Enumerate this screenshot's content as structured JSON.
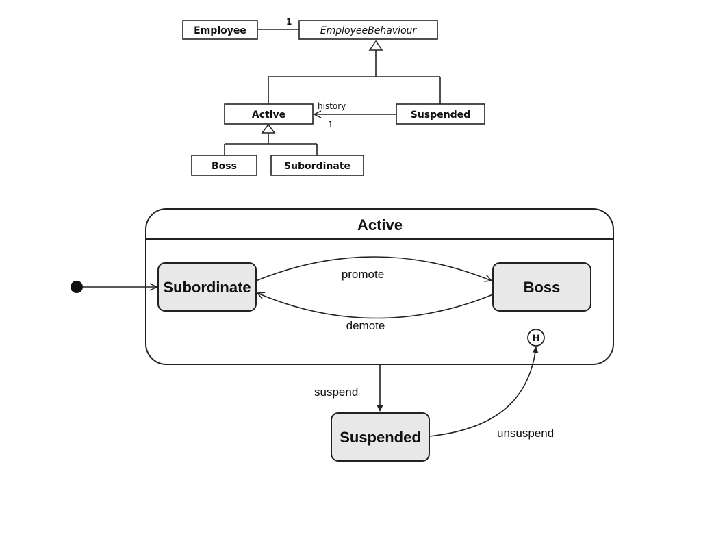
{
  "class_diagram": {
    "employee": "Employee",
    "employee_behaviour": "EmployeeBehaviour",
    "employee_assoc_mult": "1",
    "active": "Active",
    "suspended": "Suspended",
    "history_role": "history",
    "history_mult": "1",
    "boss": "Boss",
    "subordinate": "Subordinate"
  },
  "state_diagram": {
    "composite_title": "Active",
    "subordinate": "Subordinate",
    "boss": "Boss",
    "suspended": "Suspended",
    "history_marker": "H",
    "events": {
      "promote": "promote",
      "demote": "demote",
      "suspend": "suspend",
      "unsuspend": "unsuspend"
    }
  },
  "colors": {
    "state_fill": "#e8e8e8",
    "stroke": "#222222"
  }
}
